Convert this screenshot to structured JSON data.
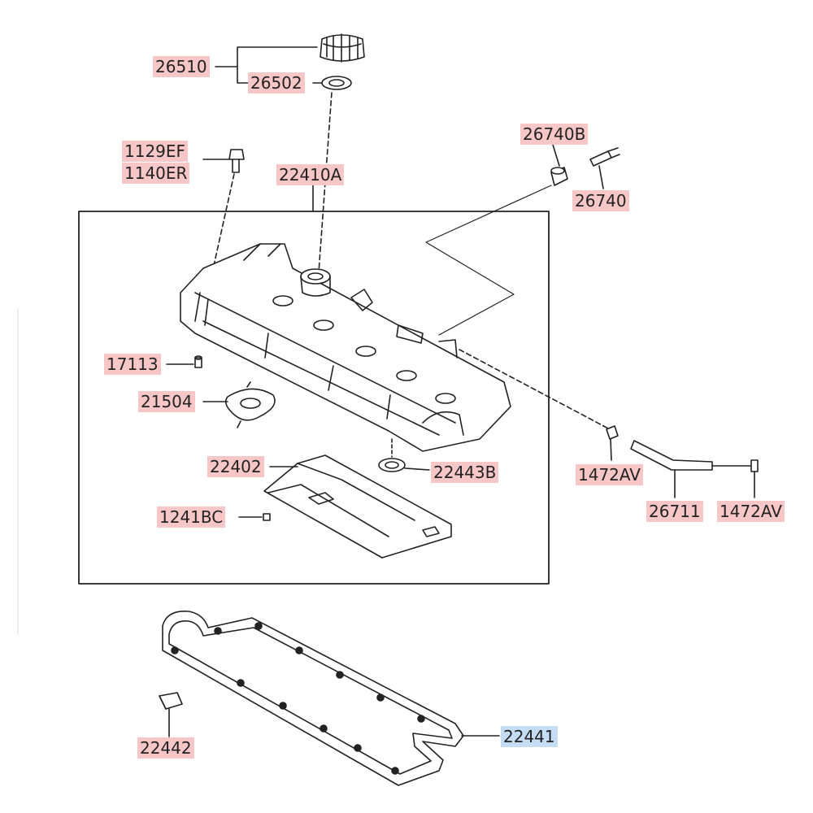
{
  "colors": {
    "label_bg": "#f7c6c6",
    "label_selected_bg": "#c5dcf5",
    "line": "#222222"
  },
  "parts": [
    {
      "id": "26510",
      "label": "26510"
    },
    {
      "id": "26502",
      "label": "26502"
    },
    {
      "id": "1129EF",
      "label": "1129EF"
    },
    {
      "id": "1140ER",
      "label": "1140ER"
    },
    {
      "id": "22410A",
      "label": "22410A"
    },
    {
      "id": "26740B",
      "label": "26740B"
    },
    {
      "id": "26740",
      "label": "26740"
    },
    {
      "id": "17113",
      "label": "17113"
    },
    {
      "id": "21504",
      "label": "21504"
    },
    {
      "id": "22402",
      "label": "22402"
    },
    {
      "id": "22443B",
      "label": "22443B"
    },
    {
      "id": "1241BC",
      "label": "1241BC"
    },
    {
      "id": "1472AV_a",
      "label": "1472AV"
    },
    {
      "id": "26711",
      "label": "26711"
    },
    {
      "id": "1472AV_b",
      "label": "1472AV"
    },
    {
      "id": "22442",
      "label": "22442"
    },
    {
      "id": "22441",
      "label": "22441",
      "selected": true
    }
  ]
}
